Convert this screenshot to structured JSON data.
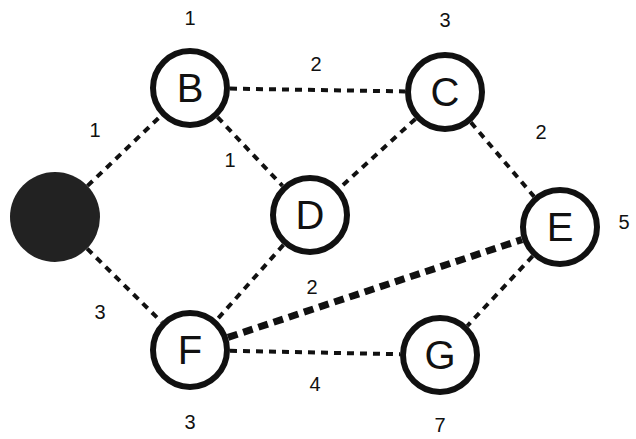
{
  "diagram": {
    "nodes": [
      {
        "text": [
          "B",
          "1"
        ]
      },
      {
        "text": [
          "C",
          "3"
        ]
      },
      {
        "text": []
      },
      {
        "text": [
          "D"
        ]
      },
      {
        "text": [
          "E",
          "5"
        ]
      },
      {
        "text": [
          "F",
          "3"
        ]
      },
      {
        "text": [
          "G",
          "7"
        ]
      }
    ],
    "edges": [
      {
        "from": 2,
        "to": 0,
        "label": "1",
        "arrow": "none"
      },
      {
        "from": 2,
        "to": 5,
        "label": "3",
        "arrow": "none"
      },
      {
        "from": 0,
        "to": 1,
        "label": "2",
        "arrow": "none"
      },
      {
        "from": 0,
        "to": 3,
        "label": "1",
        "arrow": "none"
      },
      {
        "from": 1,
        "to": 3,
        "arrow": "none"
      },
      {
        "from": 1,
        "to": 4,
        "label": "2",
        "arrow": "none"
      },
      {
        "from": 3,
        "to": 5,
        "arrow": "none"
      },
      {
        "from": 5,
        "to": 4,
        "label": "2",
        "arrow": "none"
      },
      {
        "from": 5,
        "to": 6,
        "label": "4",
        "arrow": "none"
      },
      {
        "from": 4,
        "to": 6,
        "arrow": "none"
      }
    ]
  }
}
